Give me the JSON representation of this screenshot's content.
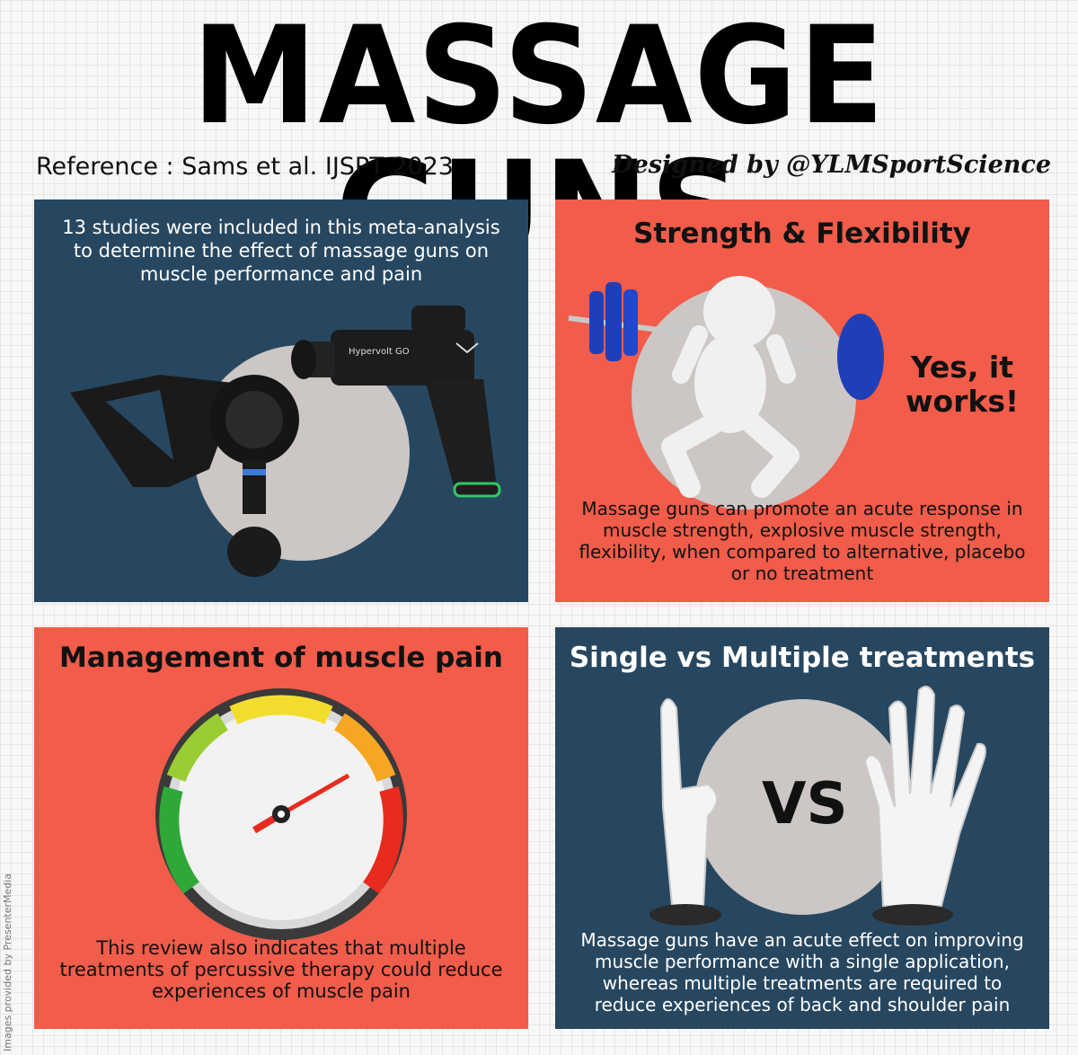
{
  "title": "MASSAGE GUNS",
  "reference": "Reference : Sams et al. IJSPT 2023",
  "designed_by": "Designed by @YLMSportScience",
  "credit": "Images provided by PresenterMedia",
  "panels": {
    "intro": {
      "text": "13 studies were included in this meta-analysis to determine the effect of massage guns on muscle performance and pain",
      "device_label": "Hypervolt GO"
    },
    "strength": {
      "heading": "Strength & Flexibility",
      "verdict": "Yes, it works!",
      "text": "Massage guns can promote an acute response in muscle strength, explosive muscle strength, flexibility, when compared to alternative, placebo or no treatment"
    },
    "pain": {
      "heading": "Management of muscle pain",
      "text": "This review also indicates that multiple treatments of percussive therapy could reduce experiences of muscle pain"
    },
    "treatments": {
      "heading": "Single vs Multiple treatments",
      "vs": "VS",
      "text": "Massage guns have an acute effect on improving muscle performance with a single application, whereas multiple treatments are required to reduce experiences of back and shoulder pain"
    }
  },
  "colors": {
    "navy": "#274760",
    "red": "#f25c4a",
    "circle": "#ccc6c4",
    "accent_blue": "#1f3fb8"
  }
}
